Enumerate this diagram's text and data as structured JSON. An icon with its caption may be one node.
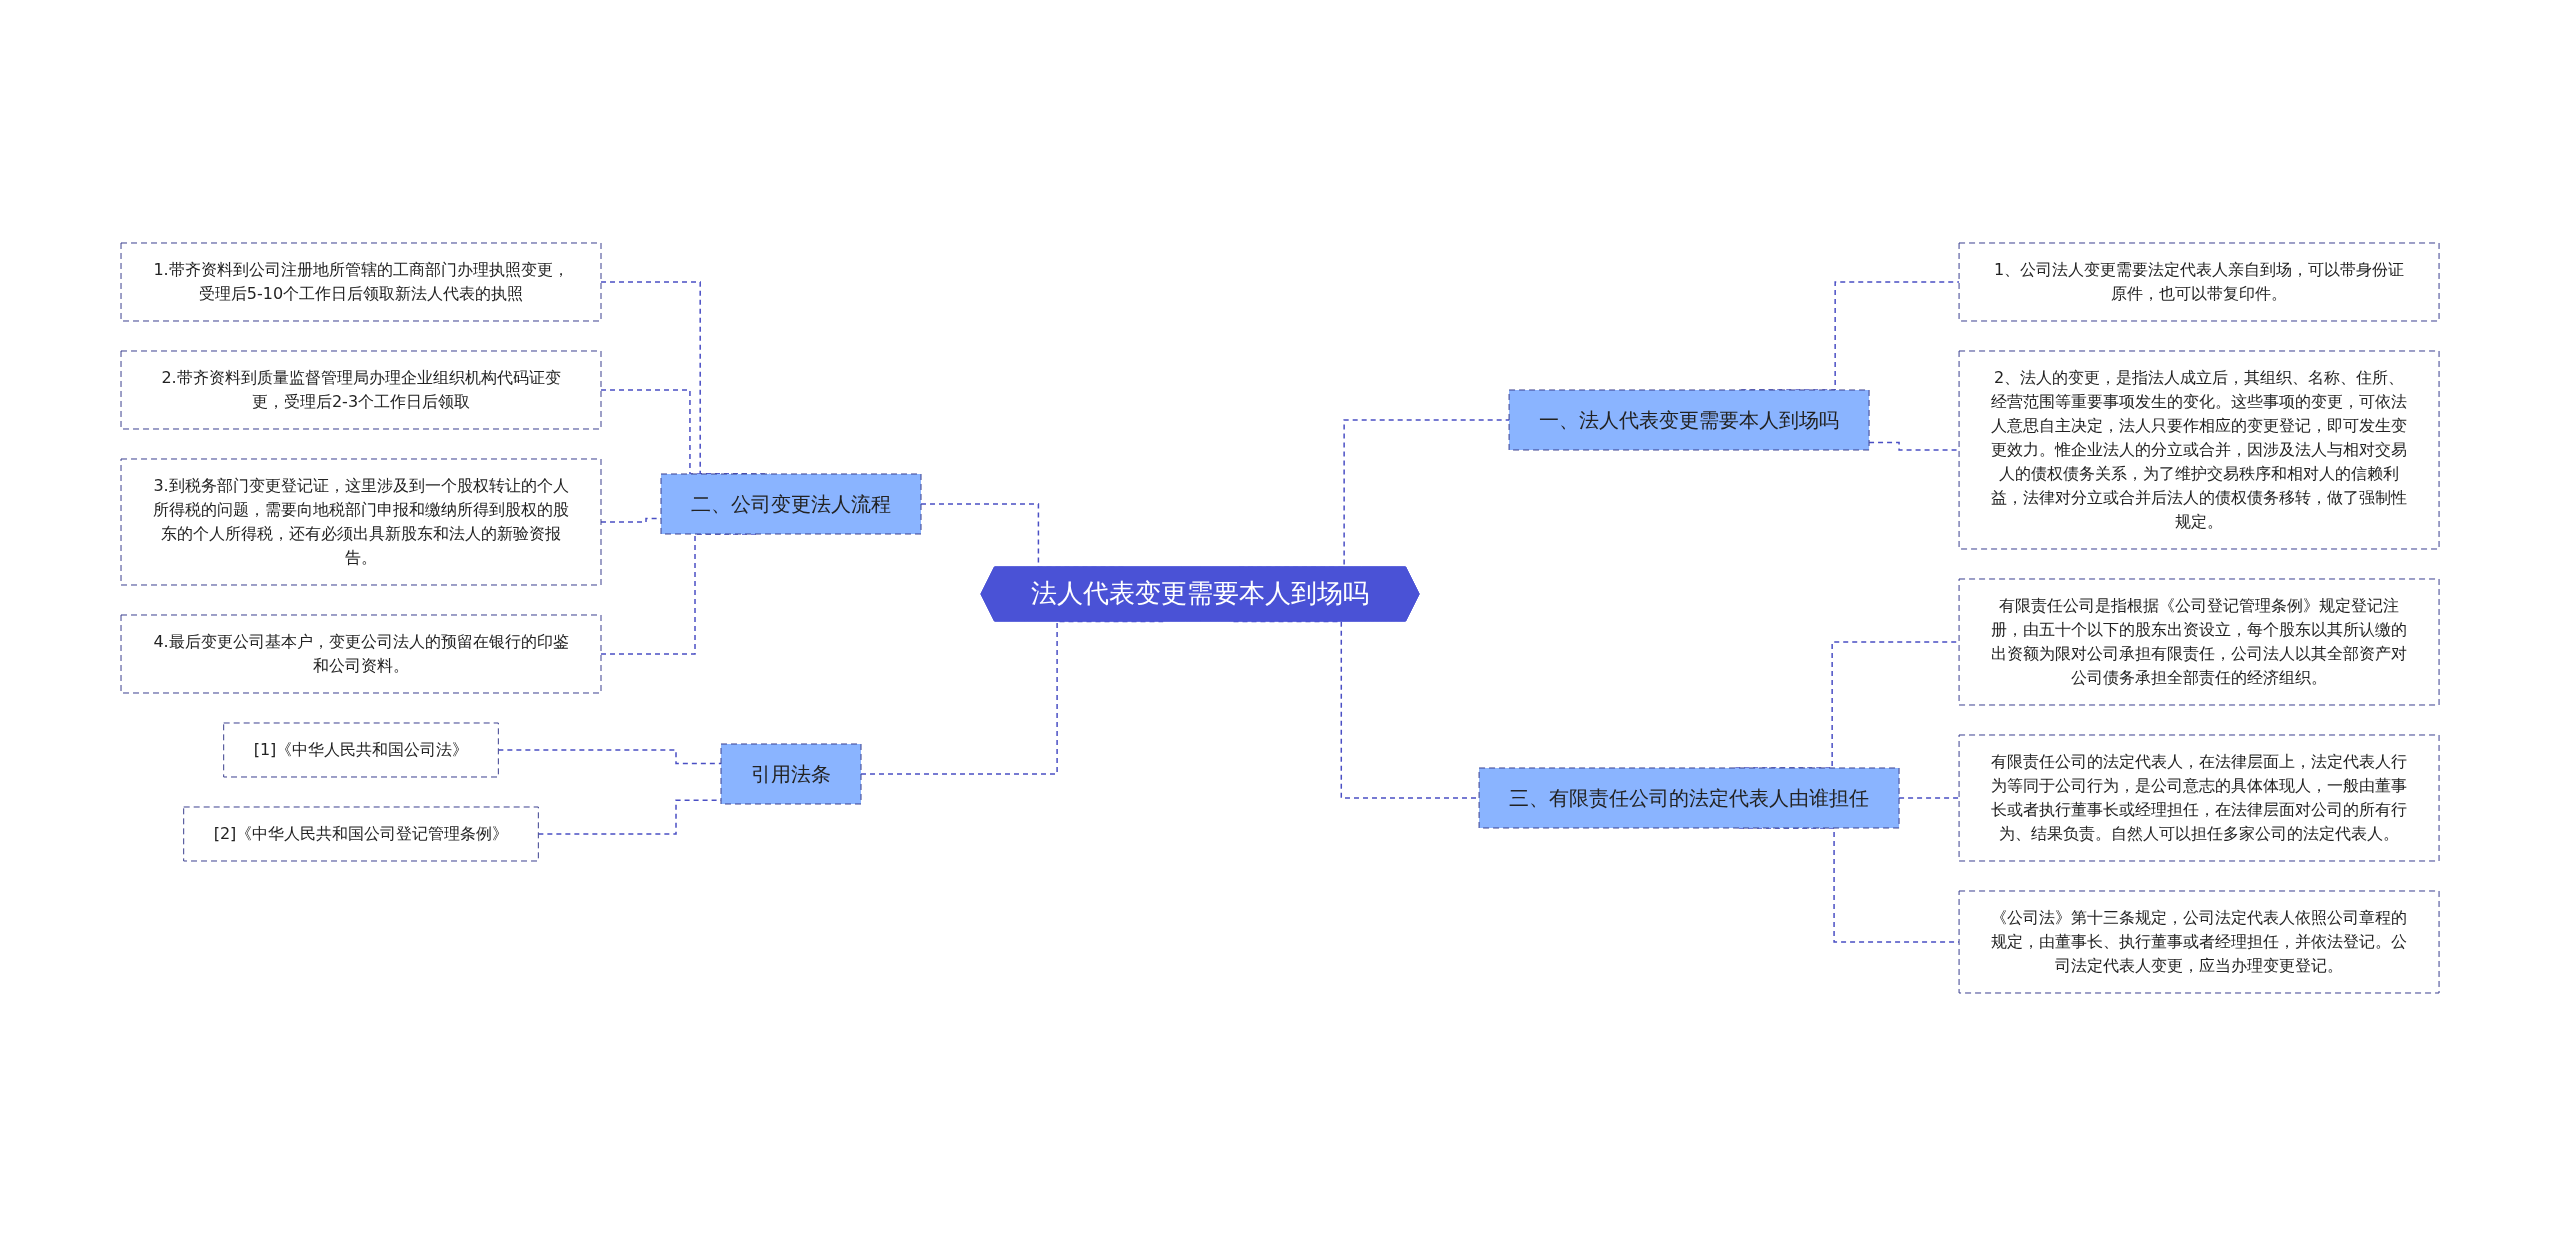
{
  "diagram": {
    "nodes": [
      {
        "text": [
          "法人代表变更需要本人到场吗"
        ]
      },
      {
        "text": [
          "一、法人代表变更需要本人到场吗"
        ]
      },
      {
        "text": [
          "1、公司法人变更需要法定代表人亲自到场，可以带身份证原件，也可以带复印件。"
        ]
      },
      {
        "text": [
          "2、法人的变更，是指法人成立后，其组织、名称、住所、经营范围等重要事项发生的变化。这些事项的变更，可依法人意思自主决定，法人只要作相应的变更登记，即可发生变更效力。惟企业法人的分立或合并，因涉及法人与相对交易人的债权债务关系，为了维护交易秩序和相对人的信赖利益，法律对分立或合并后法人的债权债务移转，做了强制性规定。"
        ]
      },
      {
        "text": [
          "三、有限责任公司的法定代表人由谁担任"
        ]
      },
      {
        "text": [
          "有限责任公司是指根据《公司登记管理条例》规定登记注册，由五十个以下的股东出资设立，每个股东以其所认缴的出资额为限对公司承担有限责任，公司法人以其全部资产对公司债务承担全部责任的经济组织。"
        ]
      },
      {
        "text": [
          "有限责任公司的法定代表人，在法律层面上，法定代表人行为等同于公司行为，是公司意志的具体体现人，一般由董事长或者执行董事长或经理担任，在法律层面对公司的所有行为、结果负责。自然人可以担任多家公司的法定代表人。"
        ]
      },
      {
        "text": [
          "《公司法》第十三条规定，公司法定代表人依照公司章程的规定，由董事长、执行董事或者经理担任，并依法登记。公司法定代表人变更，应当办理变更登记。"
        ]
      },
      {
        "text": [
          "二、公司变更法人流程"
        ]
      },
      {
        "text": [
          "1.带齐资料到公司注册地所管辖的工商部门办理执照变更，受理后5-10个工作日后领取新法人代表的执照"
        ]
      },
      {
        "text": [
          "2.带齐资料到质量监督管理局办理企业组织机构代码证变更，受理后2-3个工作日后领取"
        ]
      },
      {
        "text": [
          "3.到税务部门变更登记证，这里涉及到一个股权转让的个人所得税的问题，需要向地税部门申报和缴纳所得到股权的股东的个人所得税，还有必须出具新股东和法人的新验资报告。"
        ]
      },
      {
        "text": [
          "4.最后变更公司基本户，变更公司法人的预留在银行的印鉴和公司资料。"
        ]
      },
      {
        "text": [
          "引用法条"
        ]
      },
      {
        "text": [
          "[1]《中华人民共和国公司法》"
        ]
      },
      {
        "text": [
          "[2]《中华人民共和国公司登记管理条例》"
        ]
      }
    ],
    "edges": [
      {
        "from": 0,
        "to": 1,
        "arrow": "none",
        "style": "dashed"
      },
      {
        "from": 1,
        "to": 2,
        "arrow": "none",
        "style": "dashed"
      },
      {
        "from": 1,
        "to": 3,
        "arrow": "none",
        "style": "dashed"
      },
      {
        "from": 0,
        "to": 4,
        "arrow": "none",
        "style": "dashed"
      },
      {
        "from": 4,
        "to": 5,
        "arrow": "none",
        "style": "dashed"
      },
      {
        "from": 4,
        "to": 6,
        "arrow": "none",
        "style": "dashed"
      },
      {
        "from": 4,
        "to": 7,
        "arrow": "none",
        "style": "dashed"
      },
      {
        "from": 0,
        "to": 8,
        "arrow": "none",
        "style": "dashed"
      },
      {
        "from": 8,
        "to": 9,
        "arrow": "none",
        "style": "dashed"
      },
      {
        "from": 8,
        "to": 10,
        "arrow": "none",
        "style": "dashed"
      },
      {
        "from": 8,
        "to": 11,
        "arrow": "none",
        "style": "dashed"
      },
      {
        "from": 8,
        "to": 12,
        "arrow": "none",
        "style": "dashed"
      },
      {
        "from": 0,
        "to": 13,
        "arrow": "none",
        "style": "dashed"
      },
      {
        "from": 13,
        "to": 14,
        "arrow": "none",
        "style": "dashed"
      },
      {
        "from": 13,
        "to": 15,
        "arrow": "none",
        "style": "dashed"
      }
    ]
  }
}
